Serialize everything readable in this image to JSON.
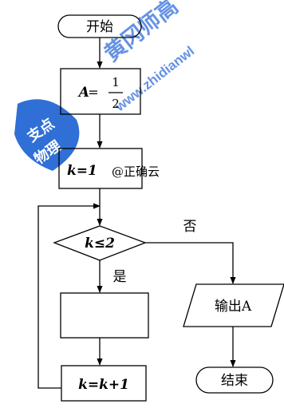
{
  "flowchart": {
    "start": "开始",
    "assign_a": {
      "var": "A",
      "num": "1",
      "den": "2"
    },
    "assign_k": "k=1",
    "condition": "k≤2",
    "no_label": "否",
    "yes_label": "是",
    "blank_step": "",
    "output": "输出A",
    "increment": "k=k+1",
    "end": "结束"
  },
  "overlays": {
    "stamp_top": "支点",
    "stamp_bottom": "物理",
    "watermark_cn": "黄冈师高",
    "watermark_url": "www.zhidianwl",
    "credit": "@正确云"
  },
  "colors": {
    "line": "#000000",
    "stamp": "#2f6fd6",
    "watermark": "#4a7fe0"
  }
}
